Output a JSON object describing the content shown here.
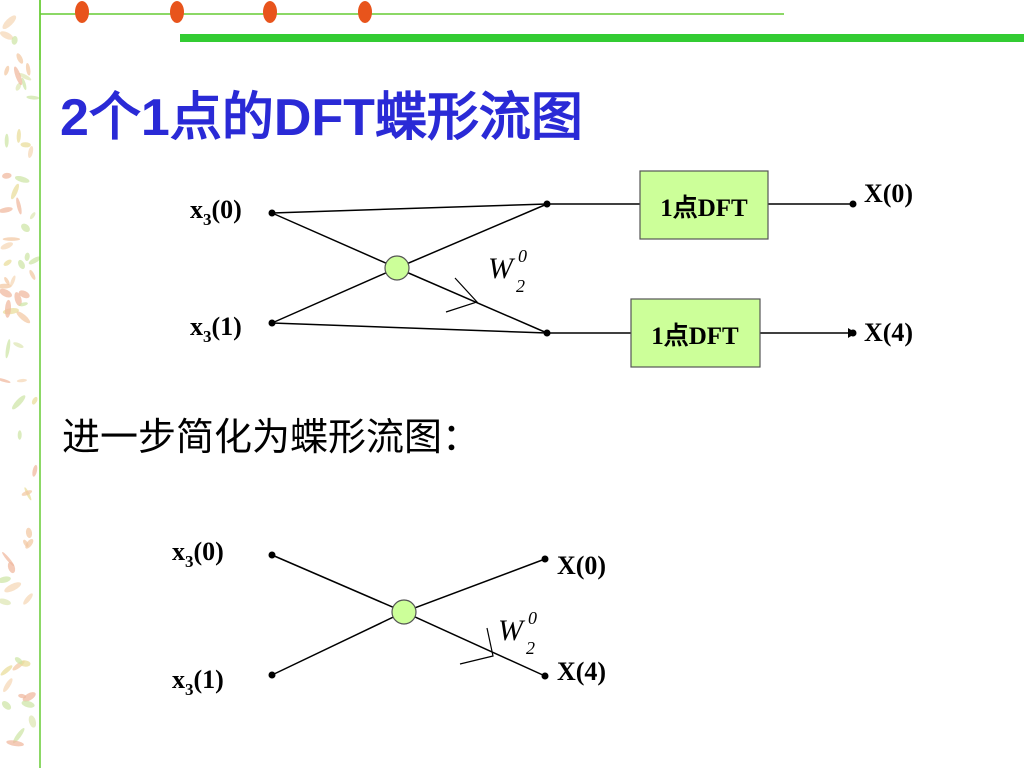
{
  "title": "2个1点的DFT蝶形流图",
  "subtitle": "进一步简化为蝶形流图：",
  "diagram_top": {
    "inputs": [
      {
        "base": "x",
        "sub": "3",
        "arg": "(0)"
      },
      {
        "base": "x",
        "sub": "3",
        "arg": "(1)"
      }
    ],
    "boxes": [
      "1点DFT",
      "1点DFT"
    ],
    "outputs": [
      "X(0)",
      "X(4)"
    ],
    "twiddle": {
      "base": "W",
      "sub": "2",
      "sup": "0"
    }
  },
  "diagram_bottom": {
    "inputs": [
      {
        "base": "x",
        "sub": "3",
        "arg": "(0)"
      },
      {
        "base": "x",
        "sub": "3",
        "arg": "(1)"
      }
    ],
    "outputs": [
      "X(0)",
      "X(4)"
    ],
    "twiddle": {
      "base": "W",
      "sub": "2",
      "sup": "0"
    }
  },
  "colors": {
    "title": "#2a2ad6",
    "green_bar": "#33cc33",
    "node_fill": "#ccff99",
    "box_fill": "#ccff99",
    "bullet": "#e8541c"
  }
}
